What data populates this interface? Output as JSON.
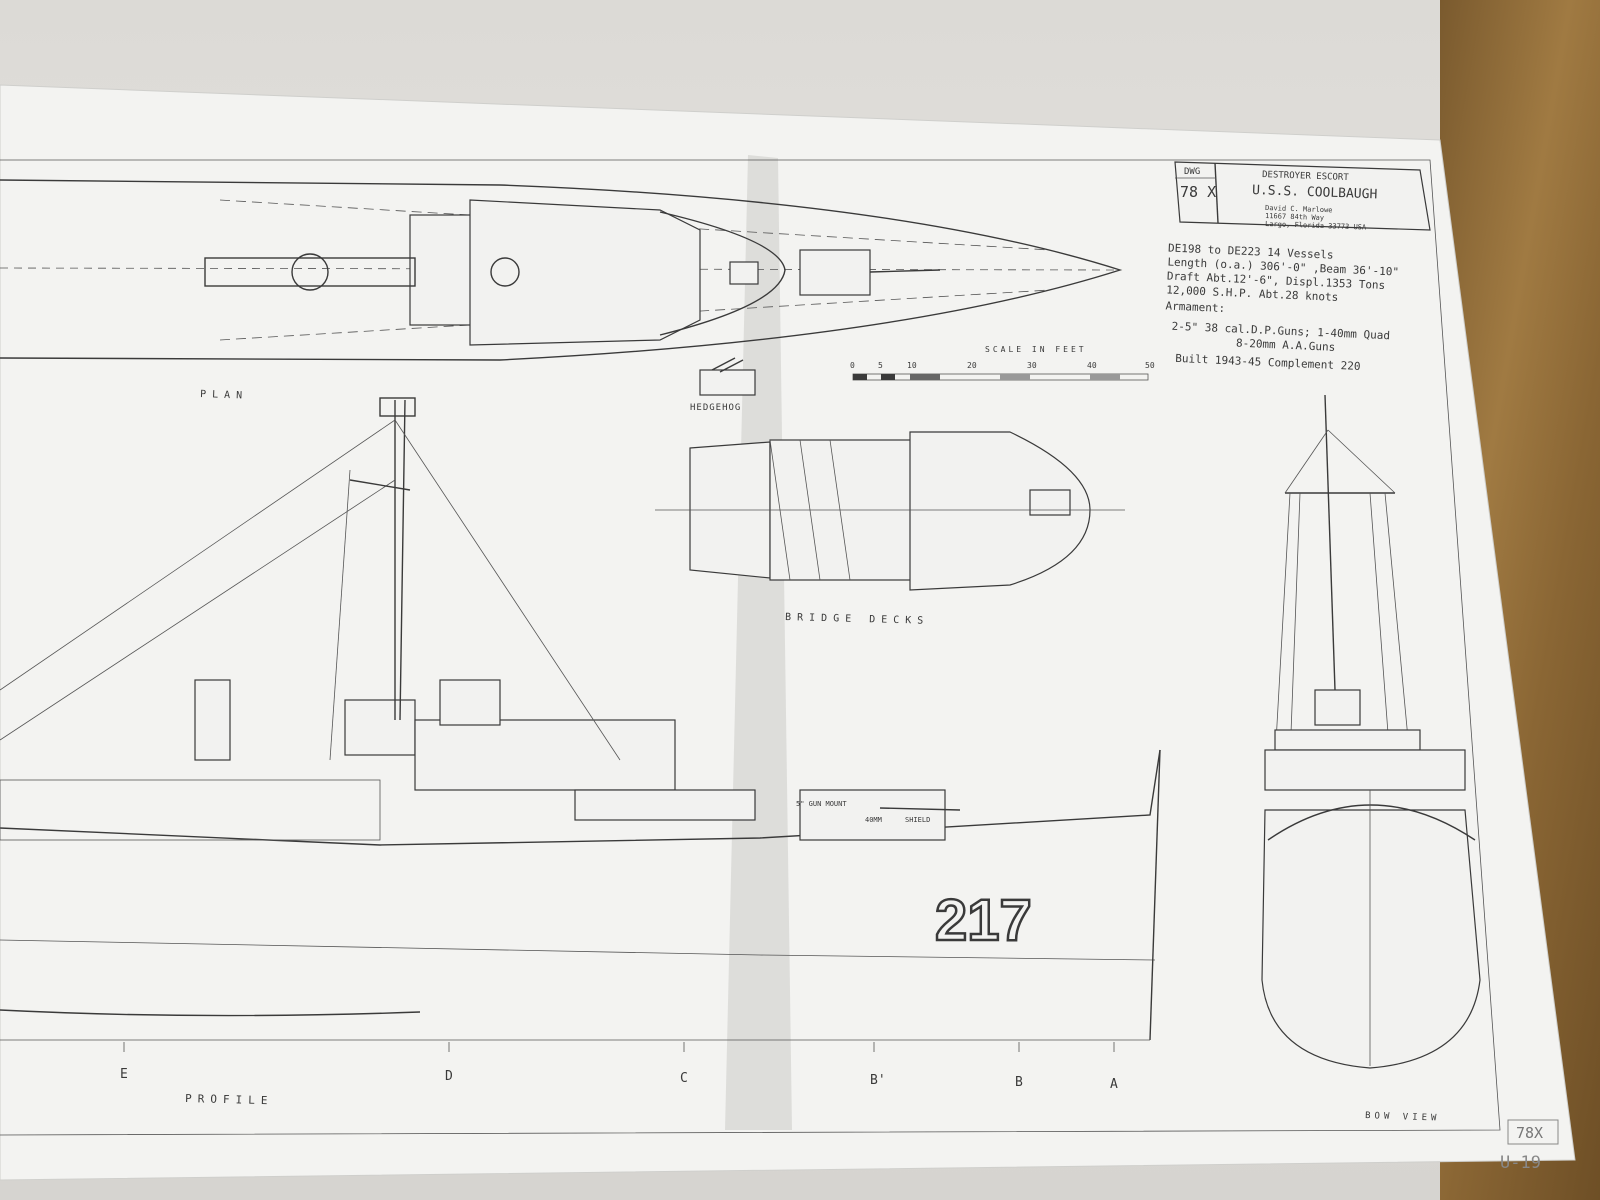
{
  "title_block": {
    "drawing_code_label": "DWG",
    "drawing_code": "78 X",
    "ship_type": "DESTROYER ESCORT",
    "ship_name": "U.S.S. COOLBAUGH",
    "author": "David C. Marlowe",
    "address_line1": "11667 84th Way",
    "address_line2": "Largo, Florida 33773 USA"
  },
  "specs": {
    "line1": "DE198 to DE223   14 Vessels",
    "line2": "Length (o.a.) 306'-0\" ,Beam 36'-10\"",
    "line3": "Draft Abt.12'-6\", Displ.1353 Tons",
    "line4": "12,000 S.H.P.   Abt.28 knots",
    "armament_label": "Armament:",
    "armament1": "2-5\" 38 cal.D.P.Guns; 1-40mm Quad",
    "armament2": "8-20mm A.A.Guns",
    "built": "Built 1943-45   Complement 220"
  },
  "scale": {
    "label": "SCALE IN FEET",
    "ticks": [
      "0",
      "5",
      "10",
      "20",
      "30",
      "40",
      "50"
    ]
  },
  "views": {
    "plan": "PLAN",
    "hedgehog": "HEDGEHOG",
    "bridge_decks": "BRIDGE DECKS",
    "profile": "PROFILE",
    "bow_view": "BOW VIEW"
  },
  "hull_number": "217",
  "annotations": {
    "mount": "5\" GUN MOUNT",
    "shield": "SHIELD",
    "gun": "40MM"
  },
  "stations": [
    "E",
    "D",
    "C",
    "B'",
    "B",
    "A"
  ],
  "sheet_number": "78X",
  "page_ref": "U-19"
}
